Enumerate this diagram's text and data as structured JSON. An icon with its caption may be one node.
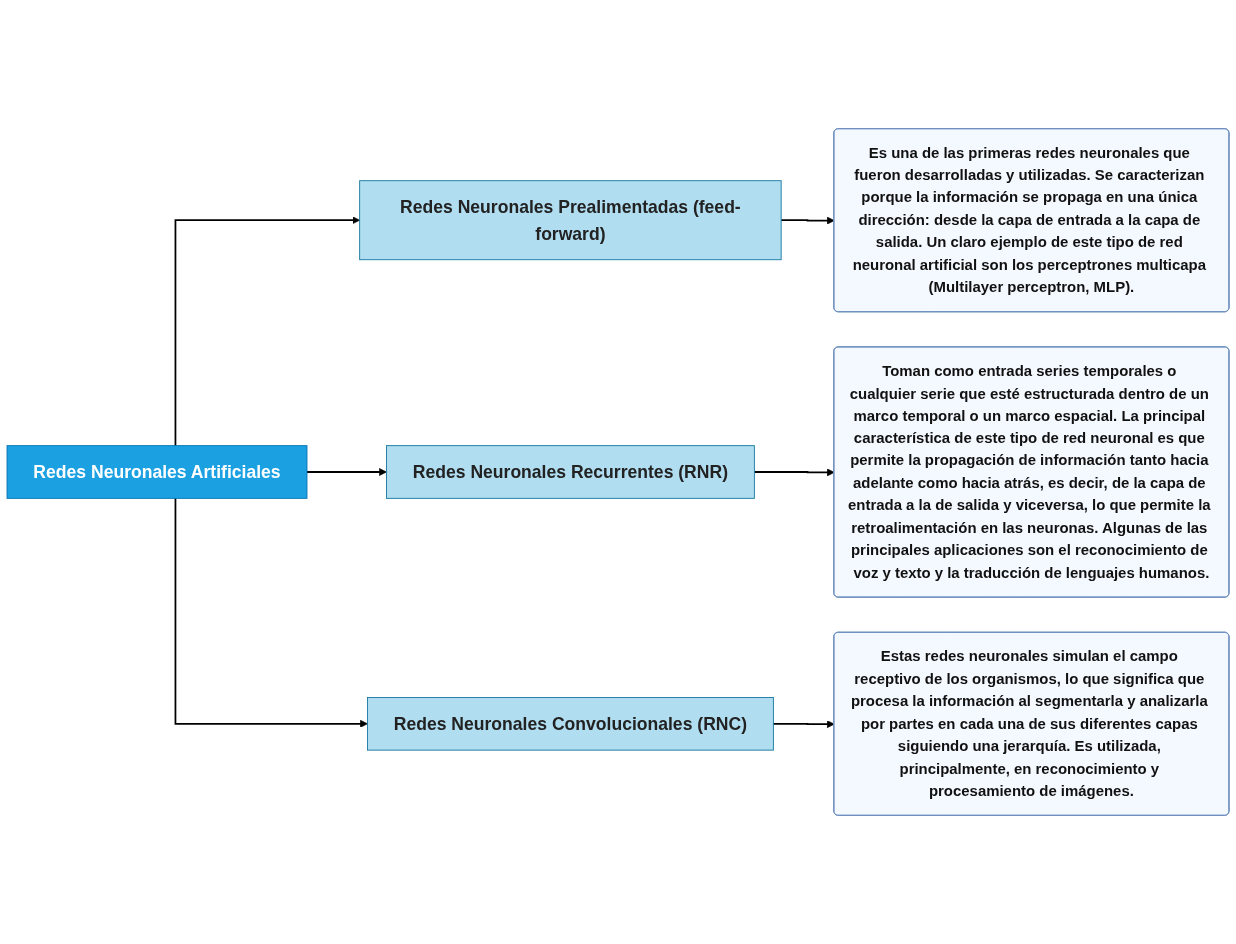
{
  "diagram": {
    "nodes": [
      {
        "text": [
          "Redes Neuronales Artificiales"
        ]
      },
      {
        "text": [
          "Redes Neuronales Prealimentadas (feed-forward)"
        ]
      },
      {
        "text": [
          "Es una de las primeras redes neuronales que fueron desarrolladas y utilizadas. Se caracterizan porque la información se propaga en una única dirección: desde la capa de entrada a la capa de salida. Un claro ejemplo de este tipo de red neuronal artificial son los perceptrones multicapa (Multilayer perceptron, MLP)."
        ]
      },
      {
        "text": [
          "Redes Neuronales Recurrentes (RNR)"
        ]
      },
      {
        "text": [
          "Toman como entrada series temporales o cualquier serie que esté estructurada dentro de un marco temporal o un marco espacial. La principal característica de este tipo de red neuronal es que permite la propagación de información tanto hacia adelante como hacia atrás, es decir, de la capa de entrada a la de salida y viceversa, lo que permite la retroalimentación en las neuronas. Algunas de las principales aplicaciones son el reconocimiento de voz y texto y la traducción de lenguajes humanos."
        ]
      },
      {
        "text": [
          "Redes Neuronales Convolucionales (RNC)"
        ]
      },
      {
        "text": [
          "Estas redes neuronales simulan el campo receptivo de los organismos, lo que significa que procesa la información al segmentarla y analizarla por partes en cada una de sus diferentes capas siguiendo una jerarquía. Es utilizada, principalmente, en reconocimiento y procesamiento de imágenes."
        ]
      }
    ],
    "edges": [
      {
        "from": 0,
        "to": 1,
        "arrow": "to"
      },
      {
        "from": 1,
        "to": 2,
        "arrow": "to"
      },
      {
        "from": 0,
        "to": 3,
        "arrow": "to"
      },
      {
        "from": 3,
        "to": 4,
        "arrow": "to"
      },
      {
        "from": 0,
        "to": 5,
        "arrow": "to"
      },
      {
        "from": 5,
        "to": 6,
        "arrow": "to"
      }
    ]
  }
}
